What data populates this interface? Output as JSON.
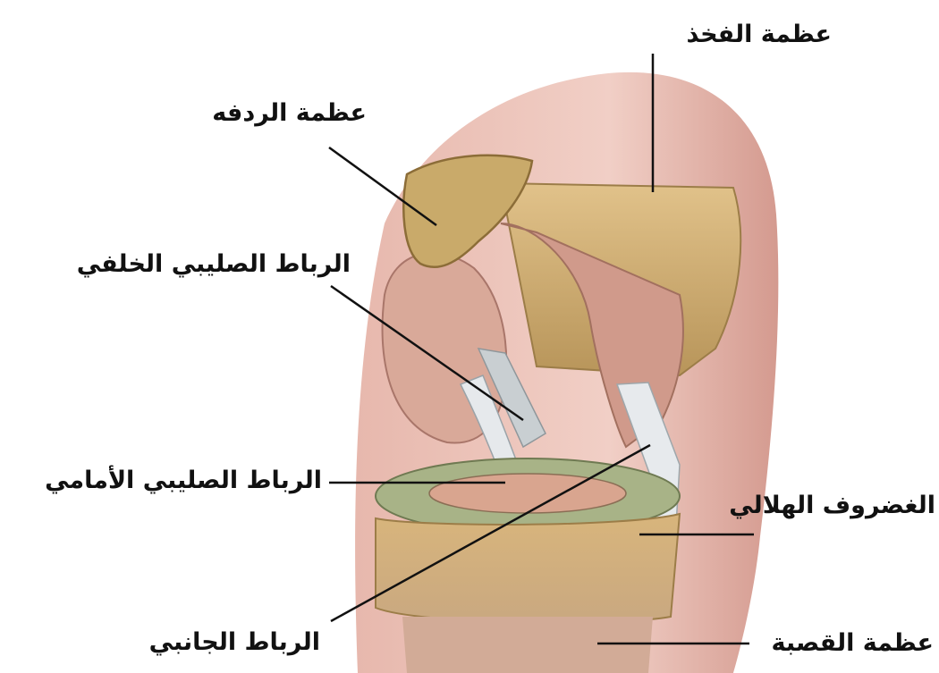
{
  "labels": {
    "femur": "عظمة الفخذ",
    "patella": "عظمة الردفه",
    "posterior_cruciate": "الرباط الصليبي الخلفي",
    "anterior_cruciate": "الرباط الصليبي الأمامي",
    "meniscus": "الغضروف الهلالي",
    "collateral": "الرباط الجانبي",
    "tibia": "عظمة القصبة"
  },
  "colors": {
    "skin_light": "#f0cfc6",
    "skin_dark": "#c98e83",
    "bone": "#d6b57a",
    "bone_shadow": "#a98a52",
    "patella": "#c9aa6a",
    "cartilage": "#a9b58a",
    "ligament": "#e6e9ec",
    "leader_line": "#111111"
  }
}
